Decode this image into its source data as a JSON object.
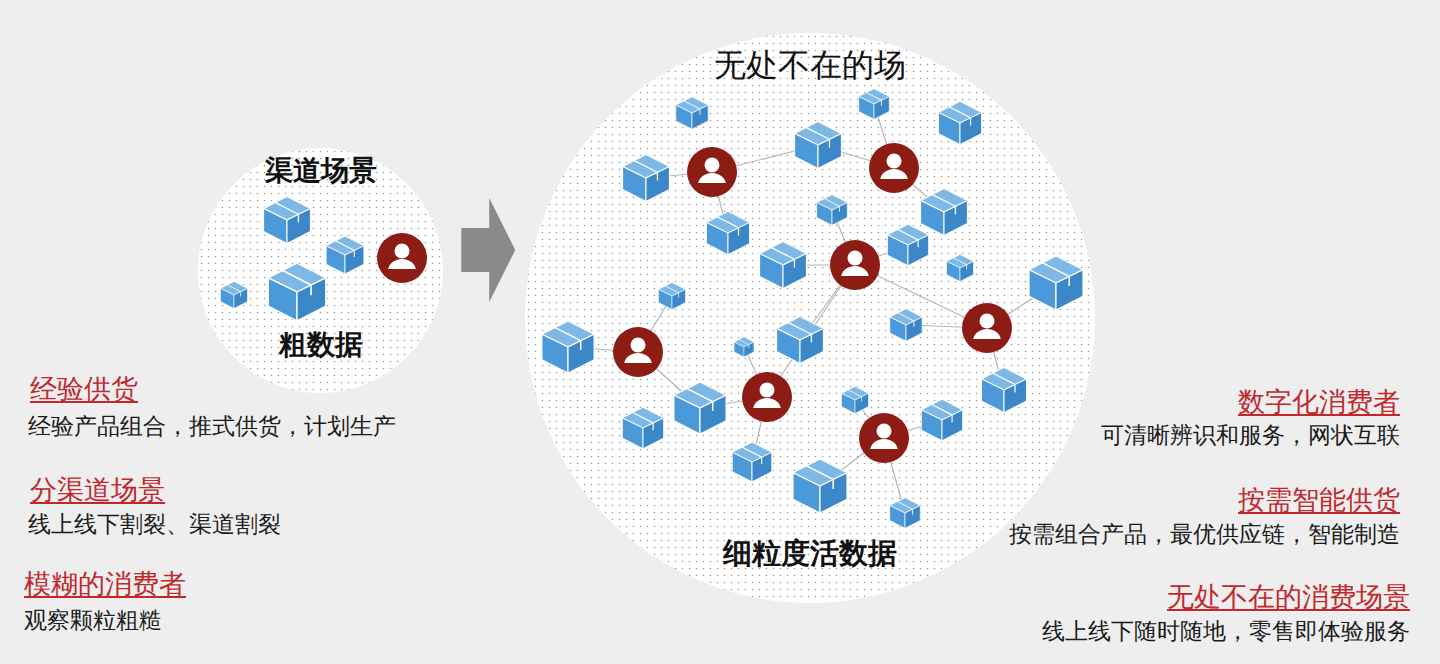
{
  "diagram": {
    "nodes": [
      {
        "text": [
          "渠道场景",
          "粗数据"
        ]
      },
      {
        "text": [
          "无处不在的场",
          "细粒度活数据"
        ]
      }
    ],
    "edges": [
      {
        "from": 0,
        "to": 1,
        "arrow": "to"
      }
    ],
    "labels": [
      "经验供货",
      "经验产品组合，推式供货，计划生产",
      "分渠道场景",
      "线上线下割裂、渠道割裂",
      "模糊的消费者",
      "观察颗粒粗糙",
      "数字化消费者",
      "可清晰辨识和服务，网状互联",
      "按需智能供货",
      "按需组合产品，最优供应链，智能制造",
      "无处不在的消费场景",
      "线上线下随时随地，零售即体验服务"
    ]
  }
}
